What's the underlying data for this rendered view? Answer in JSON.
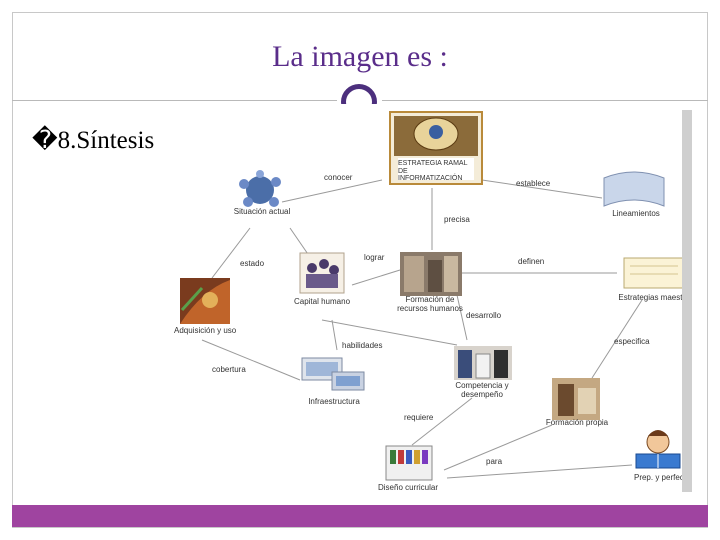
{
  "slide": {
    "title": "La imagen es :",
    "heading": "�8.Síntesis"
  },
  "diagram": {
    "nodes": {
      "center": "ESTRATEGIA RAMAL DE INFORMATIZACIÓN",
      "situacion": "Situación actual",
      "lineamientos": "Lineamientos",
      "capital": "Capital humano",
      "formacion_rh": "Formación de recursos humanos",
      "estrategias": "Estrategias maestras",
      "adquisicion": "Adquisición y uso",
      "competencia": "Competencia y desempeño",
      "infraestructura": "Infraestructura",
      "formacion_propia": "Formación propia",
      "diseno": "Diseño curricular",
      "prep": "Prep. y perfec."
    },
    "links": {
      "conocer": "conocer",
      "establece": "establece",
      "precisa": "precisa",
      "estado": "estado",
      "lograr": "lograr",
      "definen": "definen",
      "desarrollo": "desarrollo",
      "habilidades": "habilidades",
      "especifica": "especifica",
      "cobertura": "cobertura",
      "requiere": "requiere",
      "para": "para"
    }
  }
}
